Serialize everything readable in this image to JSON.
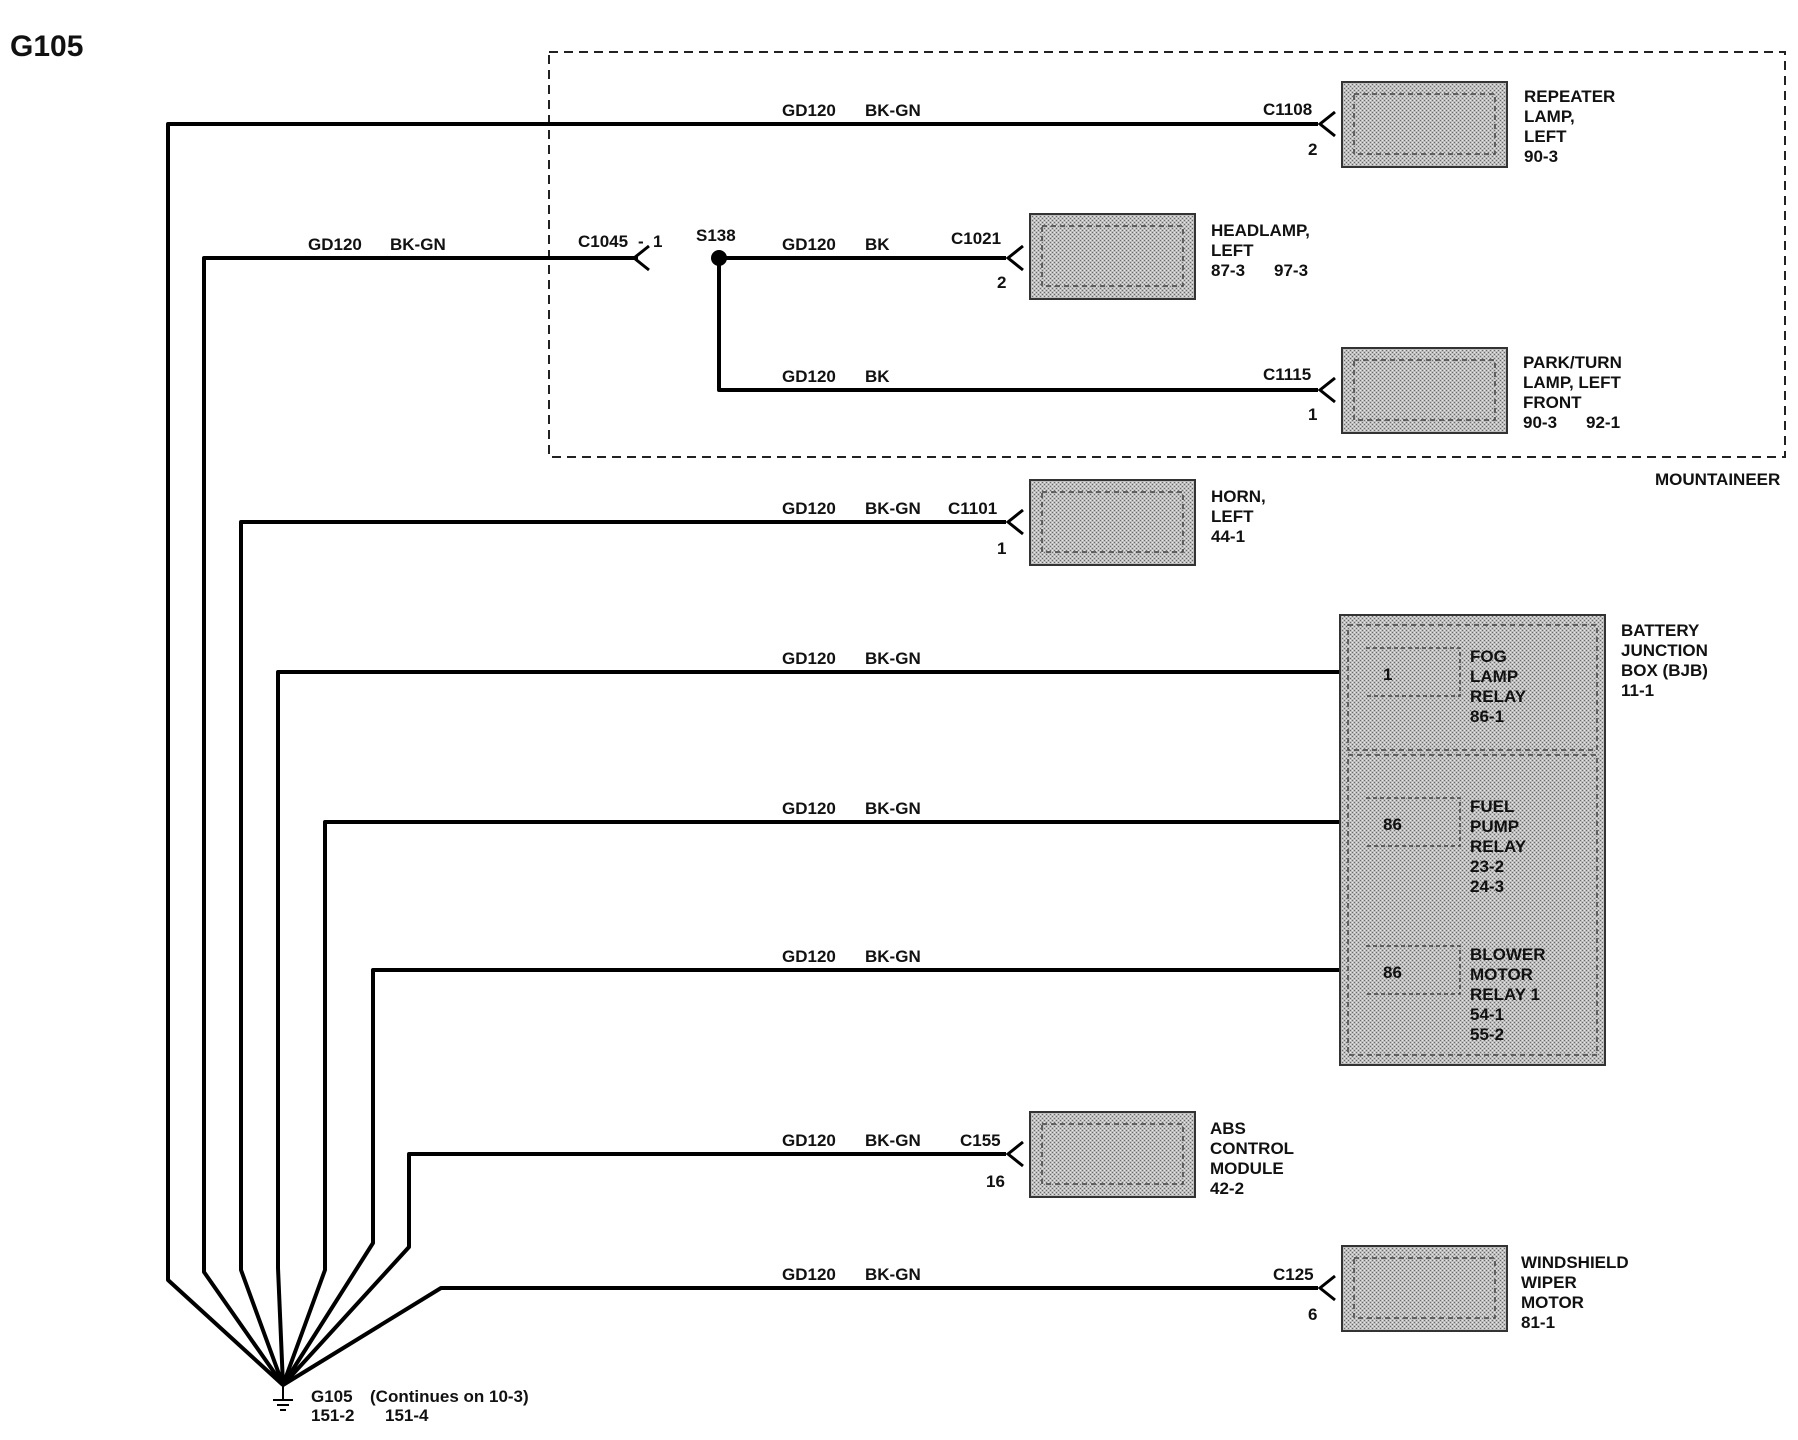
{
  "page_title": "G105",
  "ground": {
    "id": "G105",
    "note": "(Continues on 10-3)",
    "ref1": "151-2",
    "ref2": "151-4"
  },
  "wire_circuit": "GD120",
  "colors": {
    "bk_gn": "BK-GN",
    "bk": "BK"
  },
  "splice": "S138",
  "region_label": "MOUNTAINEER",
  "in_line_connector": {
    "id": "C1045",
    "pin": "1",
    "dash": "-"
  },
  "components": {
    "repeater": {
      "connector": "C1108",
      "pin": "2",
      "line1": "REPEATER",
      "line2": "LAMP,",
      "line3": "LEFT",
      "line4": "90-3"
    },
    "headlamp": {
      "connector": "C1021",
      "pin": "2",
      "line1": "HEADLAMP,",
      "line2": "LEFT",
      "ref1": "87-3",
      "ref2": "97-3"
    },
    "parkturn": {
      "connector": "C1115",
      "pin": "1",
      "line1": "PARK/TURN",
      "line2": "LAMP, LEFT",
      "line3": "FRONT",
      "ref1": "90-3",
      "ref2": "92-1"
    },
    "horn": {
      "connector": "C1101",
      "pin": "1",
      "line1": "HORN,",
      "line2": "LEFT",
      "line3": "44-1"
    },
    "bjb": {
      "line1": "BATTERY",
      "line2": "JUNCTION",
      "line3": "BOX (BJB)",
      "line4": "11-1",
      "fog": {
        "pin": "1",
        "line1": "FOG",
        "line2": "LAMP",
        "line3": "RELAY",
        "line4": "86-1"
      },
      "fuel": {
        "pin": "86",
        "line1": "FUEL",
        "line2": "PUMP",
        "line3": "RELAY",
        "line4": "23-2",
        "line5": "24-3"
      },
      "blower": {
        "pin": "86",
        "line1": "BLOWER",
        "line2": "MOTOR",
        "line3": "RELAY 1",
        "line4": "54-1",
        "line5": "55-2"
      }
    },
    "abs": {
      "connector": "C155",
      "pin": "16",
      "line1": "ABS",
      "line2": "CONTROL",
      "line3": "MODULE",
      "line4": "42-2"
    },
    "wiper": {
      "connector": "C125",
      "pin": "6",
      "line1": "WINDSHIELD",
      "line2": "WIPER",
      "line3": "MOTOR",
      "line4": "81-1"
    }
  }
}
